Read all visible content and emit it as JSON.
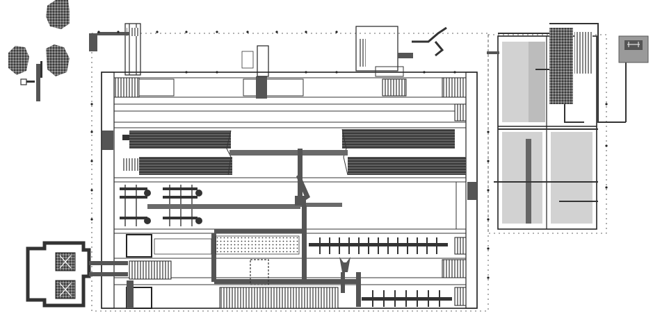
{
  "figure": {
    "caption": "",
    "colors": {
      "ink": "#2a2a2a",
      "dark_fill": "#3a3a3a",
      "mid_fill": "#8a8a8a",
      "light_fill": "#d2d2d2",
      "paper": "#ffffff"
    },
    "main_building": {
      "label": "",
      "line_count": 4,
      "equipment_rows": 6
    },
    "annex": {
      "label": "",
      "room_count": 4
    },
    "icons": [
      "bolt-dot",
      "ventilation-unit",
      "pump-symbol"
    ]
  }
}
